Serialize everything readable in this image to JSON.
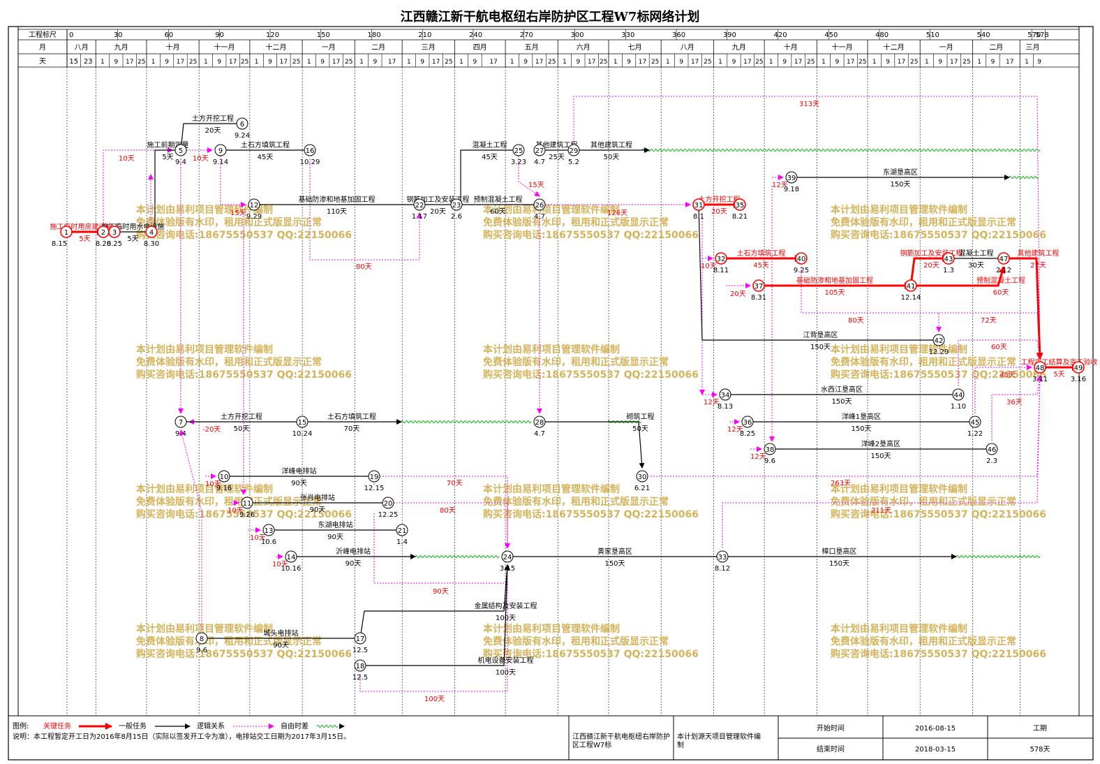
{
  "title": "江西赣江新干航电枢纽右岸防护区工程W7标网络计划",
  "scale": {
    "row_labels": [
      "工程标尺",
      "月",
      "天"
    ],
    "ticks": [
      "0",
      "30",
      "60",
      "90",
      "120",
      "150",
      "180",
      "210",
      "240",
      "270",
      "300",
      "330",
      "360",
      "390",
      "420",
      "450",
      "480",
      "510",
      "540",
      "570",
      "578"
    ],
    "months": [
      "八月",
      "九月",
      "十月",
      "十一月",
      "十二月",
      "一月",
      "二月",
      "三月",
      "四月",
      "五月",
      "六月",
      "七月",
      "八月",
      "九月",
      "十月",
      "十一月",
      "十二月",
      "一月",
      "二月",
      "三月"
    ],
    "month_days": [
      [
        "15",
        "23"
      ],
      [
        "1",
        "9",
        "17",
        "25"
      ],
      [
        "1",
        "9",
        "17",
        "25"
      ],
      [
        "1",
        "9",
        "17",
        "25"
      ],
      [
        "1",
        "9",
        "17",
        "25"
      ],
      [
        "1",
        "9",
        "17",
        "25"
      ],
      [
        "1",
        "9",
        "17"
      ],
      [
        "1",
        "9",
        "17",
        "25"
      ],
      [
        "1",
        "9",
        "17"
      ],
      [
        "1",
        "9",
        "17",
        "25"
      ],
      [
        "1",
        "9",
        "17",
        "25"
      ],
      [
        "1",
        "9",
        "17",
        "25"
      ],
      [
        "1",
        "9",
        "17",
        "25"
      ],
      [
        "1",
        "9",
        "17",
        "25"
      ],
      [
        "1",
        "9",
        "17",
        "25"
      ],
      [
        "1",
        "9",
        "17",
        "25"
      ],
      [
        "1",
        "9",
        "17",
        "25"
      ],
      [
        "1",
        "9",
        "17",
        "25"
      ],
      [
        "1",
        "9",
        "17"
      ],
      [
        "1",
        "9"
      ]
    ]
  },
  "nodes": [
    {
      "id": "1",
      "date": "8.15"
    },
    {
      "id": "2",
      "date": "8.20"
    },
    {
      "id": "3",
      "date": "8.25"
    },
    {
      "id": "4",
      "date": "8.30"
    },
    {
      "id": "5",
      "date": "9.4"
    },
    {
      "id": "6",
      "date": "9.24"
    },
    {
      "id": "7",
      "date": "9.4"
    },
    {
      "id": "8",
      "date": "9.6"
    },
    {
      "id": "9",
      "date": "9.14"
    },
    {
      "id": "10",
      "date": "9.16"
    },
    {
      "id": "11",
      "date": "9.26"
    },
    {
      "id": "12",
      "date": "9.29"
    },
    {
      "id": "13",
      "date": "10.6"
    },
    {
      "id": "14",
      "date": "10.16"
    },
    {
      "id": "15",
      "date": "10.24"
    },
    {
      "id": "16",
      "date": "10.29"
    },
    {
      "id": "17",
      "date": "12.5"
    },
    {
      "id": "18",
      "date": "12.5"
    },
    {
      "id": "19",
      "date": "12.15"
    },
    {
      "id": "20",
      "date": "12.25"
    },
    {
      "id": "21",
      "date": "1.4"
    },
    {
      "id": "22",
      "date": "1.17"
    },
    {
      "id": "23",
      "date": "2.6"
    },
    {
      "id": "24",
      "date": "3.15"
    },
    {
      "id": "25",
      "date": "3.23"
    },
    {
      "id": "26",
      "date": "4.7"
    },
    {
      "id": "27",
      "date": "4.7"
    },
    {
      "id": "28",
      "date": "4.7"
    },
    {
      "id": "29",
      "date": "5.2"
    },
    {
      "id": "30",
      "date": "6.21"
    },
    {
      "id": "31",
      "date": "8.1"
    },
    {
      "id": "32",
      "date": "8.11"
    },
    {
      "id": "33",
      "date": "8.12"
    },
    {
      "id": "34",
      "date": "8.13"
    },
    {
      "id": "35",
      "date": "8.21"
    },
    {
      "id": "36",
      "date": "8.25"
    },
    {
      "id": "37",
      "date": "8.31"
    },
    {
      "id": "38",
      "date": "9.6"
    },
    {
      "id": "39",
      "date": "9.18"
    },
    {
      "id": "40",
      "date": "9.25"
    },
    {
      "id": "41",
      "date": "12.14"
    },
    {
      "id": "42",
      "date": "12.29"
    },
    {
      "id": "43",
      "date": "1.3"
    },
    {
      "id": "44",
      "date": "1.10"
    },
    {
      "id": "45",
      "date": "1.22"
    },
    {
      "id": "46",
      "date": "2.3"
    },
    {
      "id": "47",
      "date": "2.12"
    },
    {
      "id": "48",
      "date": "3.11"
    },
    {
      "id": "49",
      "date": "3.16"
    }
  ],
  "tasks": [
    {
      "name": "施工临时用房建设施工",
      "dur": "5天",
      "type": "critical"
    },
    {
      "name": "施工临时用水电设施",
      "dur": "5天",
      "type": "normal"
    },
    {
      "name": "施工前期测量",
      "dur": "5天",
      "type": "normal"
    },
    {
      "name": "土方开挖工程",
      "dur": "20天",
      "type": "normal"
    },
    {
      "name": "土石方填筑工程",
      "dur": "45天",
      "type": "normal"
    },
    {
      "name": "基础防渗和地基加固工程",
      "dur": "110天",
      "type": "normal"
    },
    {
      "name": "钢筋加工及安装工程",
      "dur": "20天",
      "type": "normal"
    },
    {
      "name": "混凝土工程",
      "dur": "45天",
      "type": "normal"
    },
    {
      "name": "预制混凝土工程",
      "dur": "60天",
      "type": "normal"
    },
    {
      "name": "其他建筑工程",
      "dur": "25天",
      "type": "normal"
    },
    {
      "name": "其他建筑工程",
      "dur": "50天",
      "type": "normal"
    },
    {
      "name": "土方开挖工程",
      "dur": "50天",
      "type": "normal"
    },
    {
      "name": "土石方填筑工程",
      "dur": "70天",
      "type": "normal"
    },
    {
      "name": "砌筑工程",
      "dur": "50天",
      "type": "normal"
    },
    {
      "name": "洋峰电排站",
      "dur": "90天",
      "type": "normal"
    },
    {
      "name": "张肖电排站",
      "dur": "90天",
      "type": "normal"
    },
    {
      "name": "东湖电排站",
      "dur": "90天",
      "type": "normal"
    },
    {
      "name": "沂峰电排站",
      "dur": "90天",
      "type": "normal"
    },
    {
      "name": "黄家垦高区",
      "dur": "150天",
      "type": "normal"
    },
    {
      "name": "樟口垦高区",
      "dur": "150天",
      "type": "normal"
    },
    {
      "name": "金属结构及安装工程",
      "dur": "100天",
      "type": "normal"
    },
    {
      "name": "机电设备安装工程",
      "dur": "100天",
      "type": "normal"
    },
    {
      "name": "城头电排站",
      "dur": "90天",
      "type": "normal"
    },
    {
      "name": "土方开挖工程",
      "dur": "20天",
      "type": "critical"
    },
    {
      "name": "土石方填筑工程",
      "dur": "45天",
      "type": "critical"
    },
    {
      "name": "基础防渗和地基加固工程",
      "dur": "105天",
      "type": "critical"
    },
    {
      "name": "钢筋加工及安装工程",
      "dur": "20天",
      "type": "critical"
    },
    {
      "name": "预制混凝土工程",
      "dur": "60天",
      "type": "critical"
    },
    {
      "name": "混凝土工程",
      "dur": "30天",
      "type": "normal"
    },
    {
      "name": "其他建筑工程",
      "dur": "27天",
      "type": "critical"
    },
    {
      "name": "工程完工结算及完工验收",
      "dur": "5天",
      "type": "critical"
    },
    {
      "name": "东湖垦高区",
      "dur": "150天",
      "type": "normal"
    },
    {
      "name": "江背垦高区",
      "dur": "150天",
      "type": "normal"
    },
    {
      "name": "水西江垦高区",
      "dur": "150天",
      "type": "normal"
    },
    {
      "name": "洋峰1垦高区",
      "dur": "150天",
      "type": "normal"
    },
    {
      "name": "洋峰2垦高区",
      "dur": "150天",
      "type": "normal"
    }
  ],
  "float_labels": [
    "313天",
    "10天",
    "10天",
    "15天",
    "15天",
    "80天",
    "126天",
    "-20天",
    "70天",
    "80天",
    "90天",
    "100天",
    "10天",
    "10天",
    "10天",
    "10天",
    "12天",
    "12天",
    "12天",
    "12天",
    "10天",
    "20天",
    "80天",
    "72天",
    "60天",
    "48天",
    "36天",
    "263天",
    "211天"
  ],
  "watermark": {
    "line1": "本计划由易利项目管理软件编制",
    "line2": "免费体验版有水印，租用和正式版显示正常",
    "line3": "购买咨询电话:18675550537 QQ:22150066"
  },
  "legend": {
    "label": "图例:",
    "critical": "关键任务",
    "normal": "一般任务",
    "logic": "逻辑关系",
    "free": "自由时差",
    "note": "说明：本工程暂定开工日为2016年8月15日（实际以签发开工令为准），电排站交工日期为2017年3月15日。",
    "project": "江西赣江新干航电枢纽右岸防护区工程W7标",
    "made_by": "本计划源天项目管理软件编制",
    "start_label": "开始时间",
    "start_value": "2016-08-15",
    "end_label": "结束时间",
    "end_value": "2018-03-15",
    "duration_label": "工期",
    "duration_value": "578天"
  },
  "colors": {
    "critical": "#ff0000",
    "normal": "#000000",
    "logic": "#ff00ff",
    "free": "#00b000",
    "watermark": "#d4b35a"
  }
}
